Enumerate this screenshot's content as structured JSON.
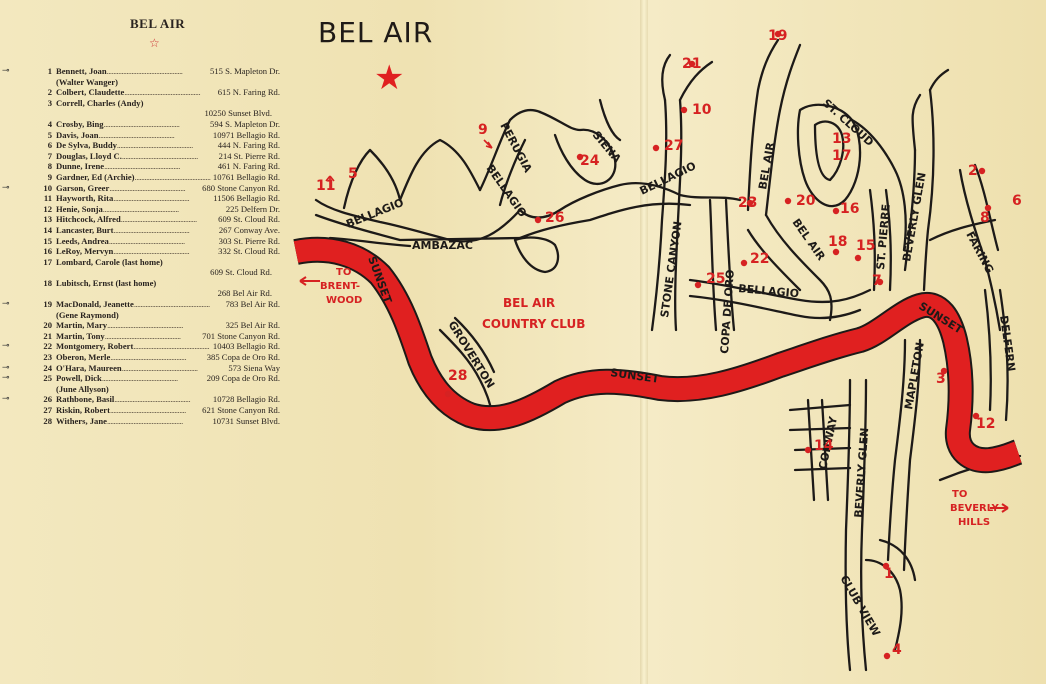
{
  "directory": {
    "title": "BEL AIR",
    "star": "☆",
    "entries": [
      {
        "num": "1",
        "name": "Bennett, Joan",
        "addr": "515 S. Mapleton Dr.",
        "sub": "(Walter Wanger)"
      },
      {
        "num": "2",
        "name": "Colbert, Claudette",
        "addr": "615 N. Faring Rd."
      },
      {
        "num": "3",
        "name": "Correll, Charles (Andy)",
        "addr": "",
        "sub": "10250 Sunset Blvd."
      },
      {
        "num": "4",
        "name": "Crosby, Bing",
        "addr": "594 S. Mapleton Dr."
      },
      {
        "num": "5",
        "name": "Davis, Joan",
        "addr": "10971 Bellagio Rd."
      },
      {
        "num": "6",
        "name": "De Sylva, Buddy",
        "addr": "444 N. Faring Rd."
      },
      {
        "num": "7",
        "name": "Douglas, Lloyd C.",
        "addr": "214 St. Pierre Rd."
      },
      {
        "num": "8",
        "name": "Dunne, Irene",
        "addr": "461 N. Faring Rd."
      },
      {
        "num": "9",
        "name": "Gardner, Ed (Archie)",
        "addr": "10761 Bellagio Rd."
      },
      {
        "num": "10",
        "name": "Garson, Greer",
        "addr": "680 Stone Canyon Rd."
      },
      {
        "num": "11",
        "name": "Hayworth, Rita",
        "addr": "11506 Bellagio Rd."
      },
      {
        "num": "12",
        "name": "Henie, Sonja",
        "addr": "225 Delfern Dr."
      },
      {
        "num": "13",
        "name": "Hitchcock, Alfred",
        "addr": "609 St. Cloud Rd."
      },
      {
        "num": "14",
        "name": "Lancaster, Burt",
        "addr": "267 Conway Ave."
      },
      {
        "num": "15",
        "name": "Leeds, Andrea",
        "addr": "303 St. Pierre Rd."
      },
      {
        "num": "16",
        "name": "LeRoy, Mervyn",
        "addr": "332 St. Cloud Rd."
      },
      {
        "num": "17",
        "name": "Lombard, Carole (last home)",
        "addr": "",
        "sub": "609 St. Cloud Rd."
      },
      {
        "num": "18",
        "name": "Lubitsch, Ernst (last home)",
        "addr": "",
        "sub": "268 Bel Air Rd."
      },
      {
        "num": "19",
        "name": "MacDonald, Jeanette",
        "addr": "783 Bel Air Rd.",
        "sub": "(Gene Raymond)"
      },
      {
        "num": "20",
        "name": "Martin, Mary",
        "addr": "325 Bel Air Rd."
      },
      {
        "num": "21",
        "name": "Martin, Tony",
        "addr": "701 Stone Canyon Rd."
      },
      {
        "num": "22",
        "name": "Montgomery, Robert",
        "addr": "10403 Bellagio Rd."
      },
      {
        "num": "23",
        "name": "Oberon, Merle",
        "addr": "385 Copa de Oro Rd."
      },
      {
        "num": "24",
        "name": "O'Hara, Maureen",
        "addr": "573 Siena Way"
      },
      {
        "num": "25",
        "name": "Powell, Dick",
        "addr": "209 Copa de Oro Rd.",
        "sub": "(June Allyson)"
      },
      {
        "num": "26",
        "name": "Rathbone, Basil",
        "addr": "10728 Bellagio Rd."
      },
      {
        "num": "27",
        "name": "Riskin, Robert",
        "addr": "621 Stone Canyon Rd."
      },
      {
        "num": "28",
        "name": "Withers, Jane",
        "addr": "10731 Sunset Blvd."
      }
    ]
  },
  "map": {
    "title": "BEL AIR",
    "star": "★",
    "labels": {
      "sunset": "SUNSET",
      "bellagio": "BELLAGIO",
      "ambazac": "AMBAZAC",
      "perugia": "PERUGIA",
      "siena": "SIENA",
      "stone_canyon": "STONE CANYON",
      "copa_de_oro": "COPA DE ORO",
      "bel_air": "BEL AIR",
      "st_cloud": "ST. CLOUD",
      "st_pierre": "ST. PIERRE",
      "beverly_glen": "BEVERLY GLEN",
      "faring": "FARING",
      "delfern": "DELFERN",
      "mapleton": "MAPLETON",
      "conway": "CONWAY",
      "club_view": "CLUB VIEW",
      "groverton": "GROVERTON",
      "country_club_1": "BEL AIR",
      "country_club_2": "COUNTRY CLUB",
      "to_brentwood_1": "TO",
      "to_brentwood_2": "BRENT-",
      "to_brentwood_3": "WOOD",
      "to_bh_1": "TO",
      "to_bh_2": "BEVERLY",
      "to_bh_3": "HILLS"
    },
    "markers": [
      {
        "num": "1"
      },
      {
        "num": "2"
      },
      {
        "num": "3"
      },
      {
        "num": "4"
      },
      {
        "num": "5"
      },
      {
        "num": "6"
      },
      {
        "num": "7"
      },
      {
        "num": "8"
      },
      {
        "num": "9"
      },
      {
        "num": "10"
      },
      {
        "num": "11"
      },
      {
        "num": "12"
      },
      {
        "num": "13"
      },
      {
        "num": "14"
      },
      {
        "num": "15"
      },
      {
        "num": "16"
      },
      {
        "num": "17"
      },
      {
        "num": "18"
      },
      {
        "num": "19"
      },
      {
        "num": "20"
      },
      {
        "num": "21"
      },
      {
        "num": "22"
      },
      {
        "num": "23"
      },
      {
        "num": "24"
      },
      {
        "num": "25"
      },
      {
        "num": "26"
      },
      {
        "num": "27"
      },
      {
        "num": "28"
      }
    ],
    "colors": {
      "sunset": "#e02020",
      "ink": "#1d1a18",
      "paper": "#efe3b6",
      "marker": "#d62222"
    }
  }
}
